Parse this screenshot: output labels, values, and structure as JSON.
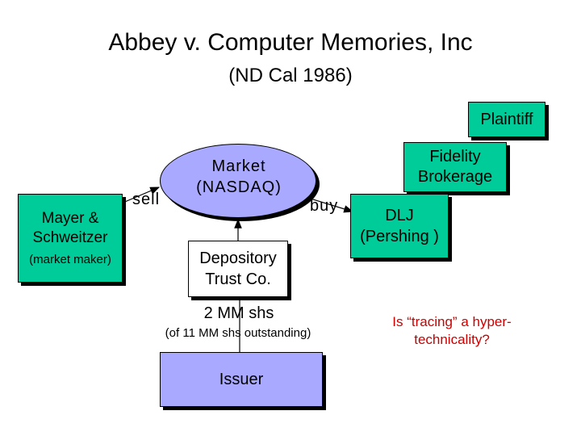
{
  "title": "Abbey v. Computer Memories, Inc",
  "subtitle": "(ND Cal 1986)",
  "nodes": {
    "plaintiff": "Plaintiff",
    "fidelity": [
      "Fidelity",
      "Brokerage"
    ],
    "dlj": [
      "DLJ",
      "(Pershing )"
    ],
    "mayer": [
      "Mayer &",
      "Schweitzer"
    ],
    "mayer_sub": "(market maker)",
    "market": [
      "Market",
      "(NASDAQ)"
    ],
    "depository": [
      "Depository",
      "Trust Co."
    ],
    "issuer": "Issuer"
  },
  "labels": {
    "sell": "sell",
    "buy": "buy",
    "shares": "2 MM shs",
    "outstanding": "(of 11 MM shs outstanding)"
  },
  "question": [
    "Is “tracing” a hyper-",
    "technicality?"
  ],
  "colors": {
    "party_fill": "#00cc99",
    "market_fill": "#a9a9ff",
    "question_text": "#cc0000"
  }
}
